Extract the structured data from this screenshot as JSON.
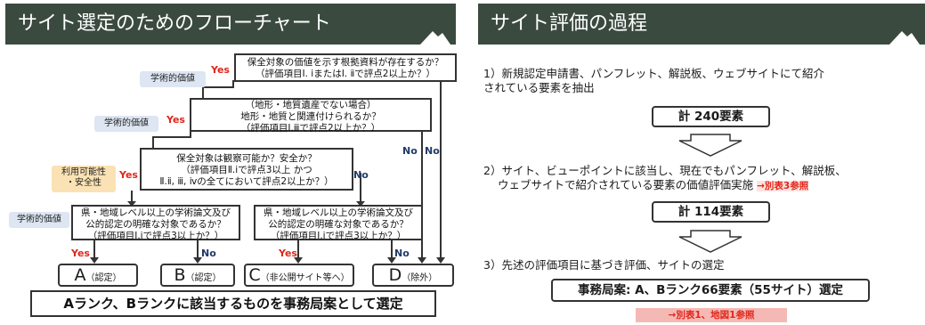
{
  "left_panel": {
    "title": "サイト選定のためのフローチャート",
    "tags": {
      "academic_1": "学術的価値",
      "academic_2": "学術的価値",
      "usability_1": "利用可能性",
      "usability_2": "・安全性",
      "academic_3": "学術的価値"
    },
    "q1": {
      "line1": "保全対象の価値を示す根拠資料が存在するか？",
      "line2": "（評価項目Ⅰ. ⅰまたはⅠ. ⅱで評点2以上か？）"
    },
    "q2": {
      "line1": "（地形・地質遺産でない場合）",
      "line2": "地形・地質と関連付けられるか？",
      "line3": "（評価項目Ⅰ.ⅲで評点2以上か？）"
    },
    "q3": {
      "line1": "保全対象は観察可能か？安全か？",
      "line2": "（評価項目Ⅱ.ⅰで評点3以上 かつ",
      "line3": "Ⅱ.ⅱ, ⅲ, ⅳの全てにおいて評点2以上か？）"
    },
    "q4": {
      "line1": "県・地域レベル以上の学術論文及び",
      "line2": "公的認定の明確な対象であるか？",
      "line3": "（評価項目Ⅰ.ⅰで評点3以上か？）"
    },
    "q5": {
      "line1": "県・地域レベル以上の学術論文及び",
      "line2": "公的認定の明確な対象であるか？",
      "line3": "（評価項目Ⅰ.ⅰで評点3以上か？）"
    },
    "yes": "Yes",
    "no": "No",
    "results": {
      "a_big": "A",
      "a_small": "（認定）",
      "b_big": "B",
      "b_small": "（認定）",
      "c_big": "C",
      "c_small": "（非公開サイト等へ）",
      "d_big": "D",
      "d_small": "（除外）"
    },
    "conclusion": "Aランク、Bランクに該当するものを事務局案として選定"
  },
  "right_panel": {
    "title": "サイト評価の過程",
    "step1_line1": "1）新規認定申請書、パンフレット、解説板、ウェブサイトにて紹介",
    "step1_line2": "されている要素を抽出",
    "count1": "計 240要素",
    "step2_line1": "2）サイト、ビューポイントに該当し、現在でもパンフレット、解説板、",
    "step2_line2": "ウェブサイトで紹介されている要素の価値評価実施",
    "step2_ref": "→別表3参照",
    "count2": "計 114要素",
    "step3": "3）先述の評価項目に基づき評価、サイトの選定",
    "final": "事務局案: A、Bランク66要素（55サイト）選定",
    "final_ref": "→別表1、地図1参照"
  }
}
